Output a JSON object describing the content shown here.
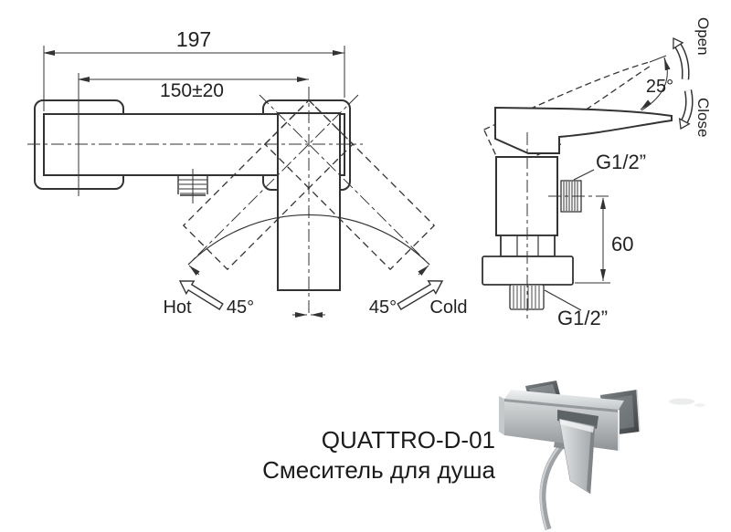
{
  "front_view": {
    "dim_length": "197",
    "dim_mount_distance": "150±20",
    "hot_label": "Hot",
    "cold_label": "Cold",
    "angle_hot": "45°",
    "angle_cold": "45°"
  },
  "side_view": {
    "open_label": "Open",
    "close_label": "Close",
    "lever_angle": "25°",
    "thread_top": "G1/2”",
    "height_dim": "60",
    "thread_bottom": "G1/2”"
  },
  "caption": {
    "model": "QUATTRO-D-01",
    "name": "Смеситель для душа"
  },
  "colors": {
    "line": "#333333",
    "text": "#1b1b1b",
    "background": "#ffffff",
    "chrome_light": "#e8eaeb",
    "chrome_dark": "#4a4e52"
  }
}
